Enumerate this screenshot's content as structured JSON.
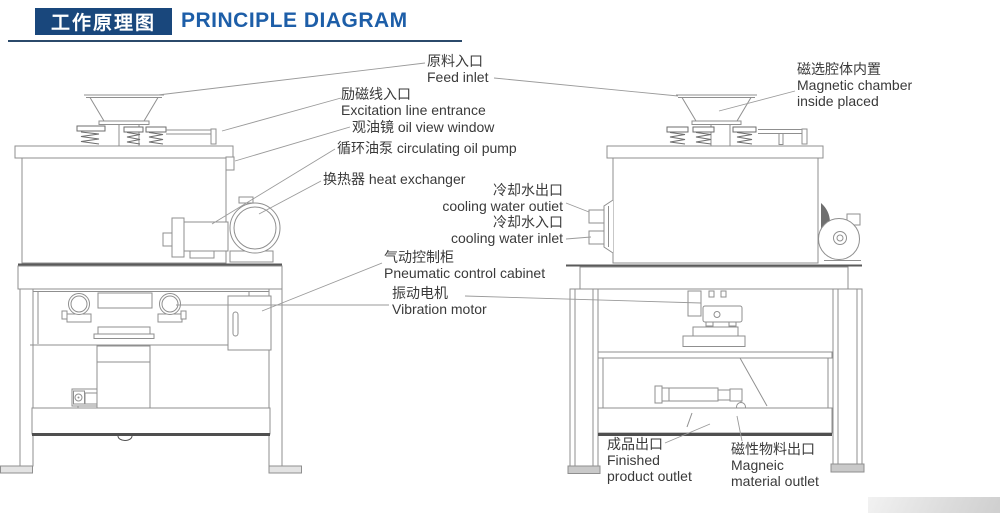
{
  "header": {
    "title_cn": "工作原理图",
    "title_en": "PRINCIPLE DIAGRAM"
  },
  "colors": {
    "title_box_bg": "#19477c",
    "title_en_text": "#1d5ea8",
    "title_rule": "#2b4a6b",
    "drawing_line": "#8f8f8f",
    "label_text": "#3a3a3a"
  },
  "labels": {
    "feed_inlet": {
      "cn": "原料入口",
      "en": "Feed inlet"
    },
    "excitation": {
      "cn": "励磁线入口",
      "en": "Excitation line entrance"
    },
    "oil_view": {
      "text": "观油镜 oil view window"
    },
    "oil_pump": {
      "text": "循环油泵 circulating oil pump"
    },
    "heat_exchanger": {
      "text": "换热器 heat exchanger"
    },
    "cooling_outlet": {
      "cn": "冷却水出口",
      "en": "cooling water outiet"
    },
    "cooling_inlet": {
      "cn": "冷却水入口",
      "en": "cooling water inlet"
    },
    "pneumatic_cabinet": {
      "cn": "气动控制柜",
      "en": "Pneumatic control cabinet"
    },
    "vibration_motor": {
      "cn": "振动电机",
      "en": "Vibration motor"
    },
    "magnetic_chamber": {
      "cn": "磁选腔体内置",
      "en1": "Magnetic chamber",
      "en2": "inside placed"
    },
    "finished_outlet": {
      "cn": "成品出口",
      "en1": "Finished",
      "en2": "product outlet"
    },
    "magnetic_outlet": {
      "cn": "磁性物料出口",
      "en1": "Magneic",
      "en2": "material outlet"
    }
  }
}
